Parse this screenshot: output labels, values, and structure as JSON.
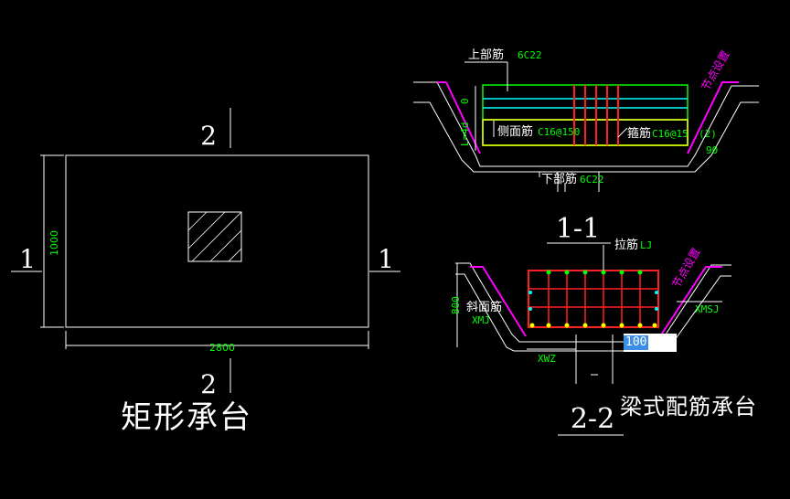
{
  "left_view": {
    "width_dim": "2800",
    "height_dim": "1000",
    "section_mark_top": "2",
    "section_mark_bottom": "2",
    "section_mark_left": "1",
    "section_mark_right": "1",
    "title": "矩形承台"
  },
  "section_1_1": {
    "title": "1-1",
    "top_bar_label": "上部筋",
    "top_bar_value": "6C22",
    "side_bar_label": "侧面筋",
    "side_bar_value": "C16@150",
    "stirrup_label": "箍筋",
    "stirrup_value": "C16@15",
    "stirrup_value_tail": "(2)",
    "bottom_bar_label": "下部筋",
    "bottom_bar_value": "6C22",
    "angle": "90",
    "height_zero": "0",
    "height_formula": "L=4d",
    "node_label": "节点设置"
  },
  "section_2_2": {
    "title": "2-2",
    "tie_label": "拉筋",
    "tie_value": "LJ",
    "slope_label": "斜面筋",
    "slope_value": "XMJ",
    "height_dim": "800",
    "xmsj": "XMSJ",
    "xwz": "XWZ",
    "node_label": "节点设置",
    "edit_value": "100",
    "title_cn": "梁式配筋承台"
  },
  "colors": {
    "bg": "#000000",
    "white": "#ffffff",
    "green": "#00ff00",
    "cyan": "#00ffff",
    "red": "#ff2020",
    "yellow": "#ffff00",
    "magenta": "#ff00ff"
  }
}
